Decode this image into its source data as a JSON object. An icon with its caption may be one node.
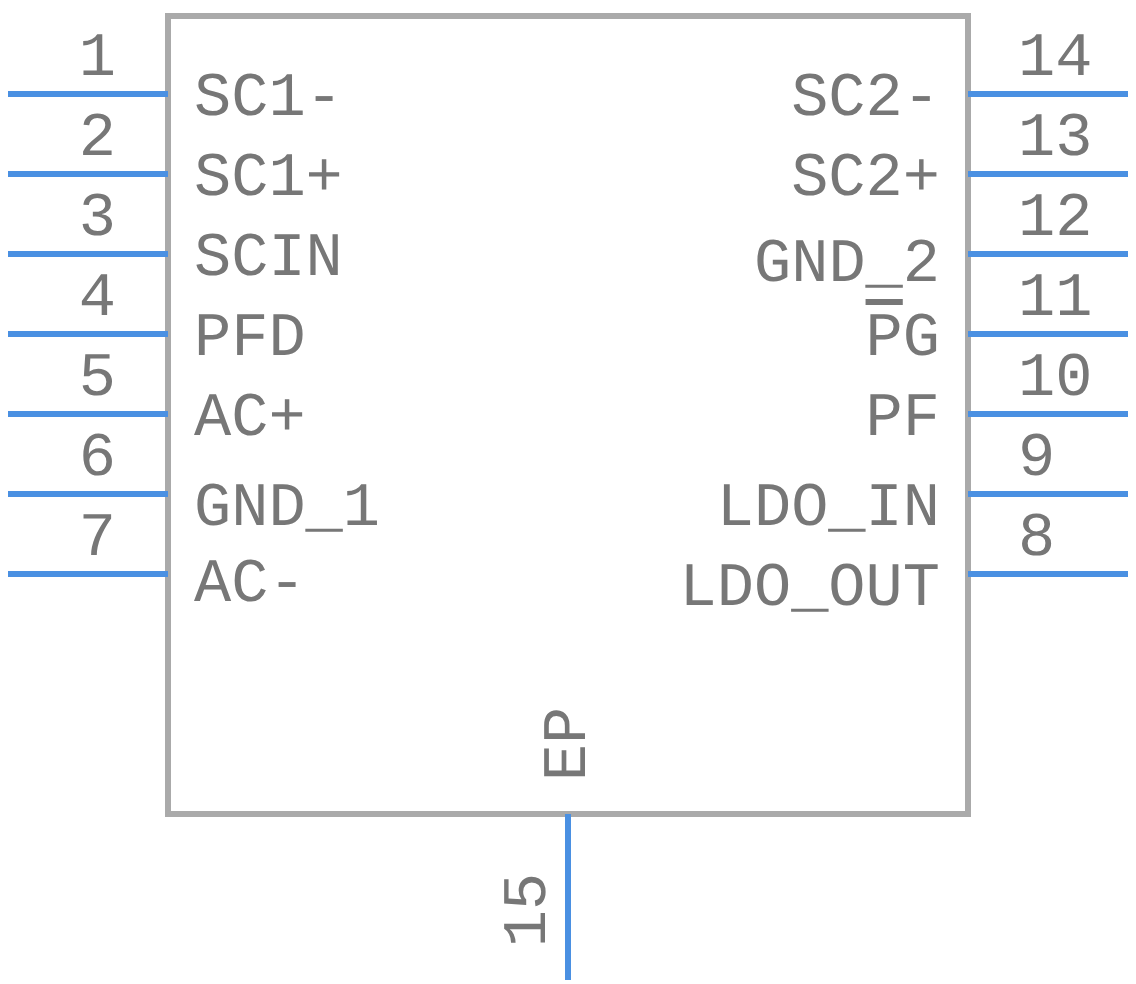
{
  "diagram": {
    "labels": [
      "1",
      "SC1-",
      "SC2-",
      "14",
      "2",
      "SC1+",
      "SC2+",
      "13",
      "3",
      "SCIN",
      "GND_2",
      "12",
      "4",
      "PFD",
      "PG",
      "11",
      "5",
      "AC+",
      "PF",
      "10",
      "6",
      "GND_1",
      "LDO_IN",
      "9",
      "7",
      "AC-",
      "LDO_OUT",
      "8",
      "EP",
      "15"
    ]
  }
}
